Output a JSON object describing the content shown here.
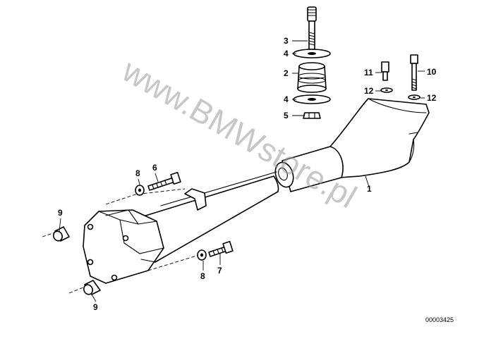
{
  "watermark": "www.BMWstore.pl",
  "diagram_ref": "00003425",
  "labels": {
    "p1": "1",
    "p2": "2",
    "p3": "3",
    "p4a": "4",
    "p4b": "4",
    "p5": "5",
    "p6": "6",
    "p7": "7",
    "p8a": "8",
    "p8b": "8",
    "p9a": "9",
    "p9b": "9",
    "p10": "10",
    "p11": "11",
    "p12a": "12",
    "p12b": "12"
  }
}
